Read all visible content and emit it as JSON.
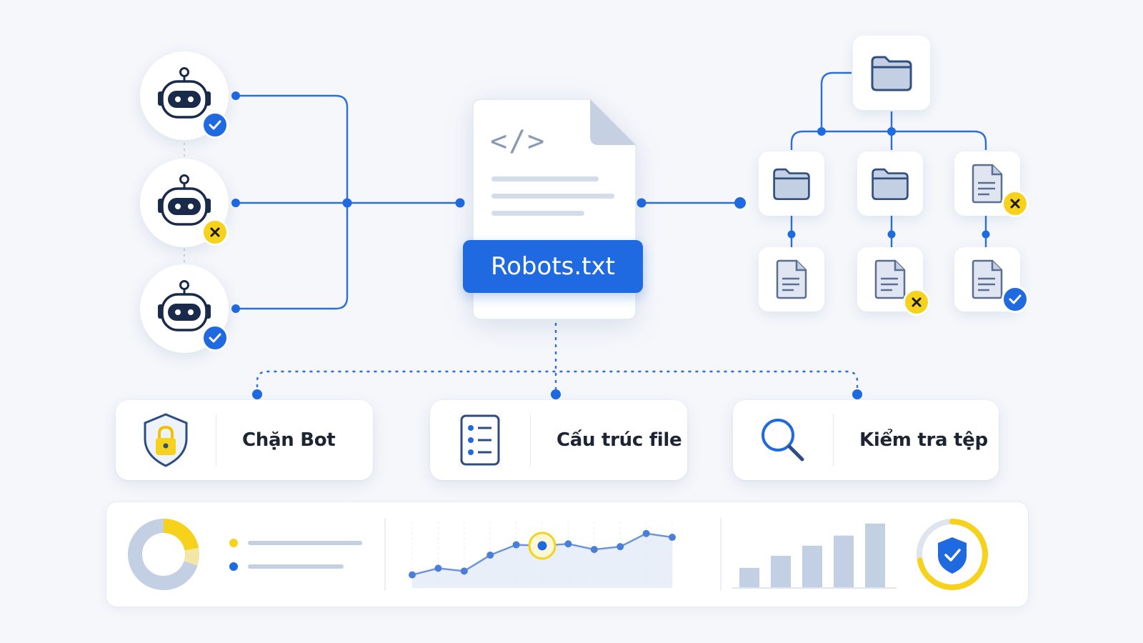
{
  "document": {
    "label": "Robots.txt",
    "code_symbol": "</>"
  },
  "robots": [
    {
      "status": "allowed",
      "icon": "robot-icon",
      "badge_icon": "check-icon"
    },
    {
      "status": "blocked",
      "icon": "robot-icon",
      "badge_icon": "x-icon"
    },
    {
      "status": "allowed",
      "icon": "robot-icon",
      "badge_icon": "check-icon"
    }
  ],
  "features": [
    {
      "label": "Chặn Bot",
      "icon": "shield-lock-icon"
    },
    {
      "label": "Cấu trúc file",
      "icon": "list-document-icon"
    },
    {
      "label": "Kiểm tra tệp",
      "icon": "magnifier-icon"
    }
  ],
  "tree": {
    "root": {
      "icon": "folder-icon"
    },
    "level1": [
      {
        "icon": "folder-icon",
        "status": ""
      },
      {
        "icon": "folder-icon",
        "status": ""
      },
      {
        "icon": "file-icon",
        "status": "blocked"
      }
    ],
    "level2": [
      {
        "icon": "file-icon",
        "status": ""
      },
      {
        "icon": "file-icon",
        "status": "blocked"
      },
      {
        "icon": "file-icon",
        "status": "allowed"
      }
    ]
  },
  "stats": {
    "donut": {
      "segments": [
        0.22,
        0.08,
        0.7
      ]
    },
    "line_points": [
      24,
      31,
      28,
      45,
      56,
      55,
      57,
      51,
      54,
      68,
      64
    ],
    "highlight_index": 5,
    "bars": [
      0.3,
      0.48,
      0.63,
      0.78,
      0.96
    ],
    "gauge_progress": 0.72
  },
  "colors": {
    "accent": "#1f6ae0",
    "warning": "#f7d21c",
    "navy": "#1e3a6b",
    "muted": "#c3d0e4",
    "line": "#2b6fdc"
  }
}
